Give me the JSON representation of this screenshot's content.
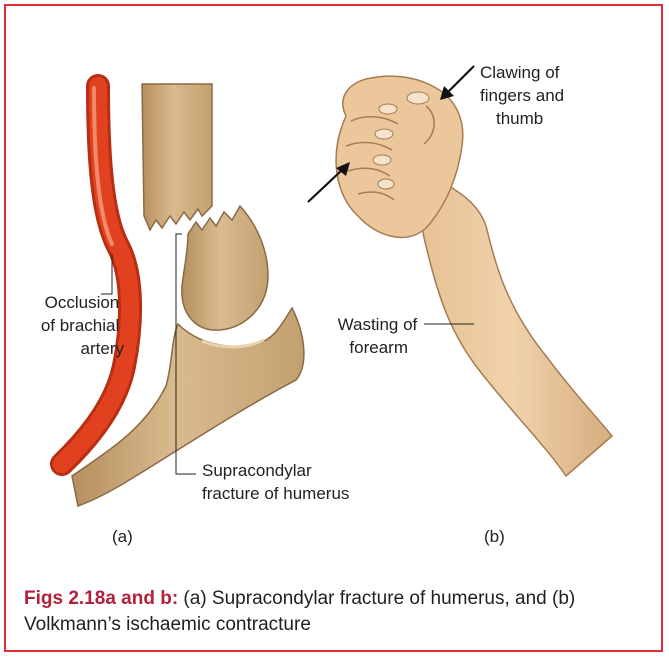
{
  "labels": {
    "occlusion": [
      "Occlusion",
      "of brachial",
      "artery"
    ],
    "fracture": [
      "Supracondylar",
      "fracture of humerus"
    ],
    "clawing": [
      "Clawing of",
      "fingers and",
      "thumb"
    ],
    "wasting": [
      "Wasting of",
      "forearm"
    ],
    "panel_a": "(a)",
    "panel_b": "(b)"
  },
  "caption": {
    "lead": "Figs 2.18a and b:",
    "text": " (a) Supracondylar fracture of humerus, and (b) Volkmann’s ischaemic contracture"
  },
  "colors": {
    "frame": "#e0303a",
    "bone": "#c9a77a",
    "artery": "#e2411f",
    "skin": "#e8c49a",
    "caption_lead": "#b5203a"
  }
}
